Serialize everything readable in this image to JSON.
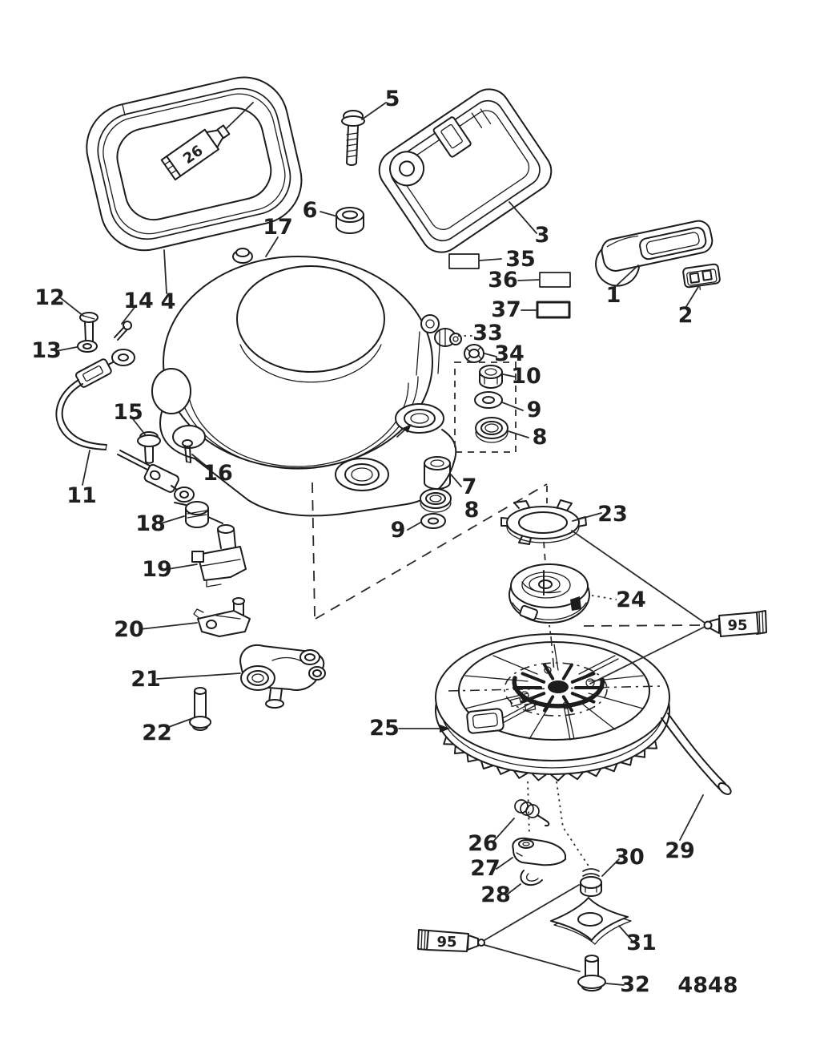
{
  "colors": {
    "line": "#1c1c1c",
    "label": "#1f1f1f",
    "background": "#ffffff"
  },
  "drawing_number": "4848",
  "tube_labels": {
    "sealant": "26",
    "lube_right": "95",
    "lube_bottom": "95"
  },
  "callouts": {
    "1": "1",
    "2": "2",
    "3": "3",
    "4": "4",
    "5": "5",
    "6": "6",
    "7": "7",
    "8": "8",
    "8b": "8",
    "9": "9",
    "9b": "9",
    "10": "10",
    "11": "11",
    "12": "12",
    "13": "13",
    "14": "14",
    "15": "15",
    "16": "16",
    "17": "17",
    "18": "18",
    "19": "19",
    "20": "20",
    "21": "21",
    "22": "22",
    "23": "23",
    "24": "24",
    "25": "25",
    "26": "26",
    "27": "27",
    "28": "28",
    "29": "29",
    "30": "30",
    "31": "31",
    "32": "32",
    "33": "33",
    "34": "34",
    "35": "35",
    "36": "36",
    "37": "37"
  }
}
